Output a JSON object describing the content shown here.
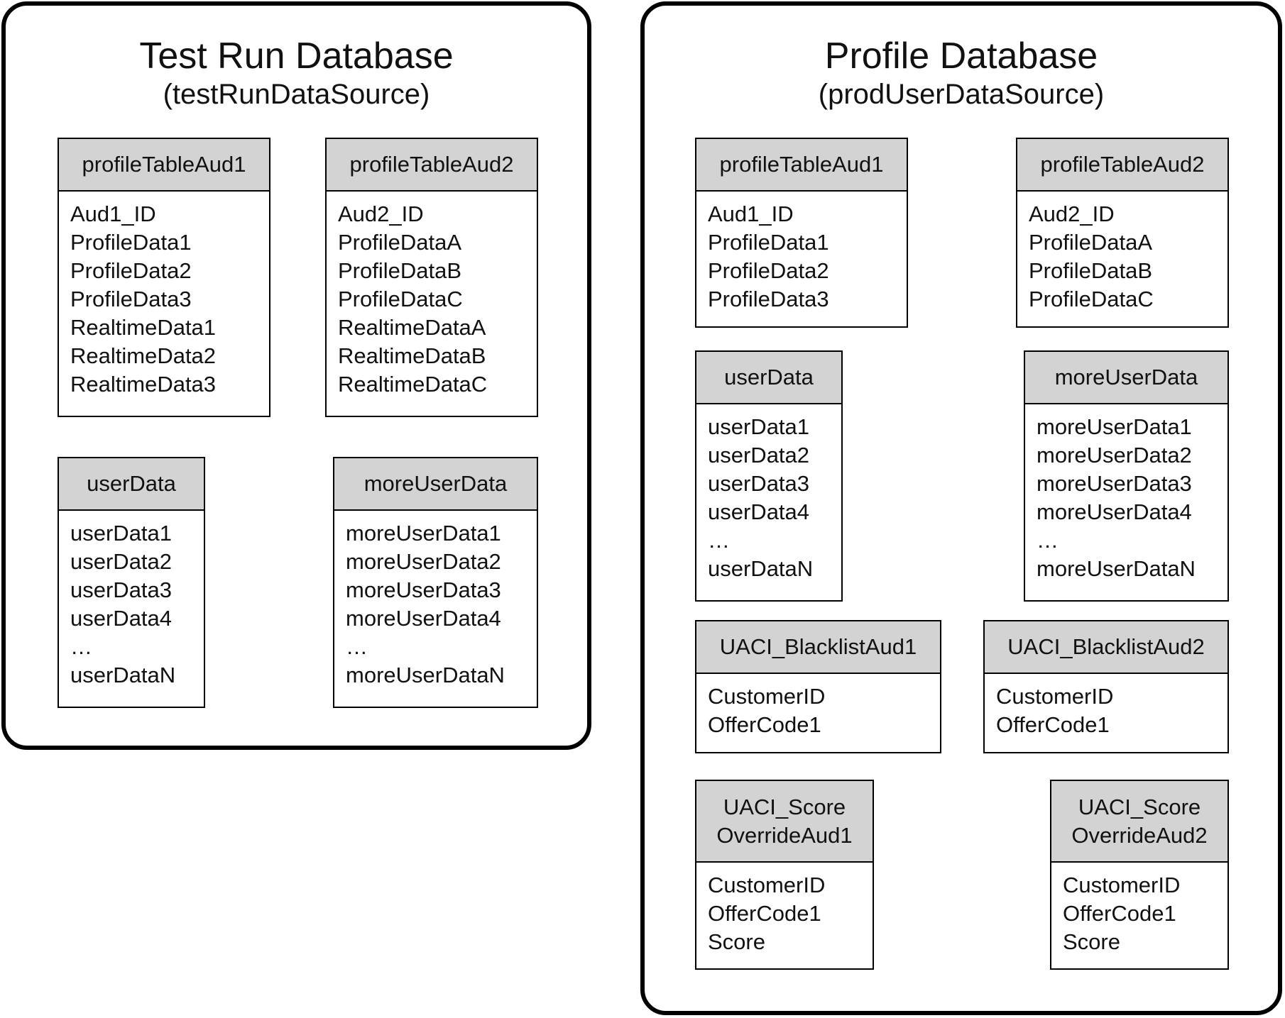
{
  "databases": [
    {
      "name": "Test Run Database",
      "source": "(testRunDataSource)",
      "tables": [
        {
          "name": "profileTableAud1",
          "fields": [
            "Aud1_ID",
            "ProfileData1",
            "ProfileData2",
            "ProfileData3",
            "RealtimeData1",
            "RealtimeData2",
            "RealtimeData3"
          ]
        },
        {
          "name": "profileTableAud2",
          "fields": [
            "Aud2_ID",
            "ProfileDataA",
            "ProfileDataB",
            "ProfileDataC",
            "RealtimeDataA",
            "RealtimeDataB",
            "RealtimeDataC"
          ]
        },
        {
          "name": "userData",
          "fields": [
            "userData1",
            "userData2",
            "userData3",
            "userData4",
            "…",
            "userDataN"
          ]
        },
        {
          "name": "moreUserData",
          "fields": [
            "moreUserData1",
            "moreUserData2",
            "moreUserData3",
            "moreUserData4",
            "…",
            "moreUserDataN"
          ]
        }
      ]
    },
    {
      "name": "Profile Database",
      "source": "(prodUserDataSource)",
      "tables": [
        {
          "name": "profileTableAud1",
          "fields": [
            "Aud1_ID",
            "ProfileData1",
            "ProfileData2",
            "ProfileData3"
          ]
        },
        {
          "name": "profileTableAud2",
          "fields": [
            "Aud2_ID",
            "ProfileDataA",
            "ProfileDataB",
            "ProfileDataC"
          ]
        },
        {
          "name": "userData",
          "fields": [
            "userData1",
            "userData2",
            "userData3",
            "userData4",
            "…",
            "userDataN"
          ]
        },
        {
          "name": "moreUserData",
          "fields": [
            "moreUserData1",
            "moreUserData2",
            "moreUserData3",
            "moreUserData4",
            "…",
            "moreUserDataN"
          ]
        },
        {
          "name": "UACI_BlacklistAud1",
          "fields": [
            "CustomerID",
            "OfferCode1"
          ]
        },
        {
          "name": "UACI_BlacklistAud2",
          "fields": [
            "CustomerID",
            "OfferCode1"
          ]
        },
        {
          "name": "UACI_Score\nOverrideAud1",
          "fields": [
            "CustomerID",
            "OfferCode1",
            "Score"
          ]
        },
        {
          "name": "UACI_Score\nOverrideAud2",
          "fields": [
            "CustomerID",
            "OfferCode1",
            "Score"
          ]
        }
      ]
    }
  ]
}
